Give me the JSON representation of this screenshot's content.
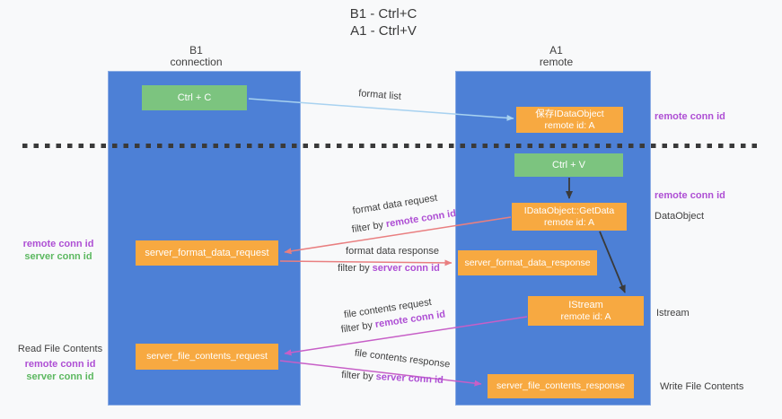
{
  "colors": {
    "background": "#f8f9fa",
    "column_blue": "#4d80d6",
    "node_orange": "#f7a941",
    "node_green": "#7cc47f",
    "arrow_blue": "#a8d2f0",
    "arrow_red": "#e97f80",
    "arrow_magenta": "#c75fc7",
    "arrow_black": "#3a3a3a",
    "label_purple": "#ae4fd4",
    "label_green": "#5cb860",
    "text_dark": "#3f3f3f"
  },
  "title": {
    "line1": "B1 - Ctrl+C",
    "line2": "A1 - Ctrl+V"
  },
  "columns": {
    "left": {
      "name": "B1",
      "role": "connection"
    },
    "right": {
      "name": "A1",
      "role": "remote"
    }
  },
  "nodes": {
    "ctrl_c": {
      "label": "Ctrl + C"
    },
    "save_dataobject": {
      "line1": "保存IDataObject",
      "line2": "remote id: A"
    },
    "ctrl_v": {
      "label": "Ctrl + V"
    },
    "getdata": {
      "line1": "IDataObject::GetData",
      "line2": "remote id: A"
    },
    "format_request": {
      "label": "server_format_data_request"
    },
    "format_response": {
      "label": "server_format_data_response"
    },
    "istream": {
      "line1": "IStream",
      "line2": "remote id: A"
    },
    "file_request": {
      "label": "server_file_contents_request"
    },
    "file_response": {
      "label": "server_file_contents_response"
    }
  },
  "flow_labels": {
    "format_list": "format list",
    "format_request": "format data request",
    "format_request_filter": {
      "prefix": "filter by ",
      "key": "remote conn id"
    },
    "format_response": "format data response",
    "format_response_filter": {
      "prefix": "filter by ",
      "key": "server conn id"
    },
    "file_request": "file contents request",
    "file_request_filter": {
      "prefix": "filter by ",
      "key": "remote conn id"
    },
    "file_response": "file contents response",
    "file_response_filter": {
      "prefix": "filter by ",
      "key": "server conn id"
    }
  },
  "annotations": {
    "saved_remote_conn_id": "remote conn id",
    "ctrlv_remote_conn_id": "remote conn id",
    "dataobject": "DataObject",
    "istream": "Istream",
    "write_file_contents": "Write File Contents",
    "read_file_contents": "Read File Contents",
    "format_left": {
      "remote": "remote conn id",
      "server": "server conn id"
    },
    "file_left": {
      "remote": "remote conn id",
      "server": "server conn id"
    }
  }
}
